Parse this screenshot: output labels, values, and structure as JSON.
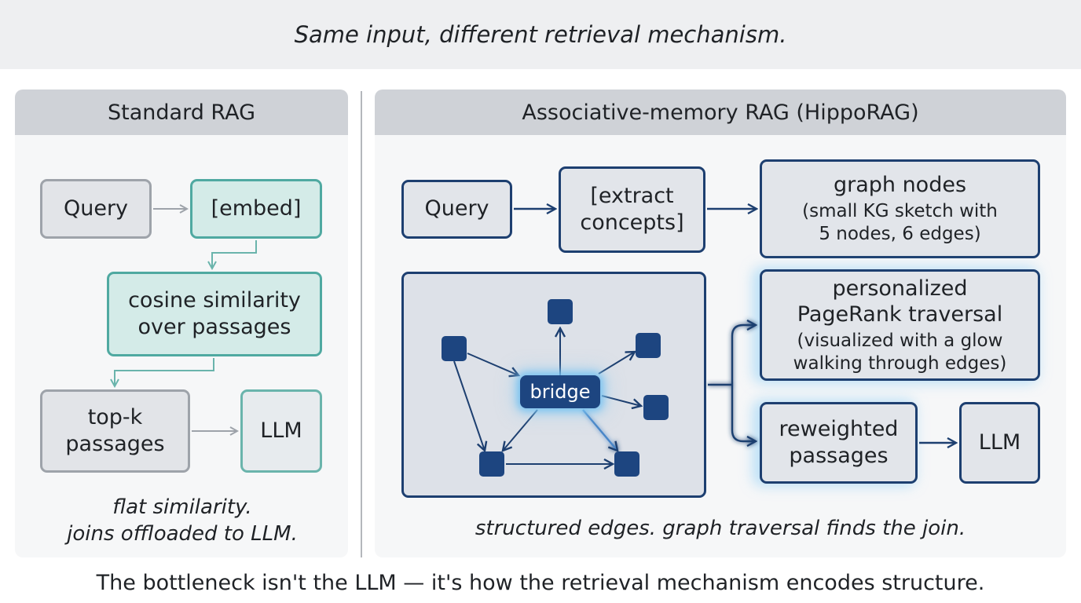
{
  "header": {
    "title": "Same input, different retrieval mechanism."
  },
  "left_panel": {
    "title": "Standard RAG",
    "query": "Query",
    "embed": "[embed]",
    "cosine": [
      "cosine similarity",
      "over passages"
    ],
    "topk": [
      "top-k",
      "passages"
    ],
    "llm": "LLM",
    "caption": [
      "flat similarity.",
      "joins offloaded to LLM."
    ]
  },
  "right_panel": {
    "title": "Associative-memory RAG (HippoRAG)",
    "query": "Query",
    "extract": [
      "[extract",
      "concepts]"
    ],
    "graph_nodes": {
      "title": "graph nodes",
      "detail": [
        "(small KG sketch with",
        "5 nodes, 6 edges)"
      ]
    },
    "pagerank": {
      "title": [
        "personalized",
        "PageRank traversal"
      ],
      "detail": [
        "(visualized with a glow",
        "walking through edges)"
      ]
    },
    "bridge": "bridge",
    "reweighted": [
      "reweighted",
      "passages"
    ],
    "llm": "LLM",
    "caption": "structured edges. graph traversal finds the join."
  },
  "footer": {
    "caption": "The bottleneck isn't the LLM — it's how the retrieval mechanism encodes structure."
  },
  "colors": {
    "navy": "#1d3f70",
    "teal": "#4fa9a1",
    "gray_border": "#9ea3aa",
    "glow": "#8ccdf5"
  }
}
